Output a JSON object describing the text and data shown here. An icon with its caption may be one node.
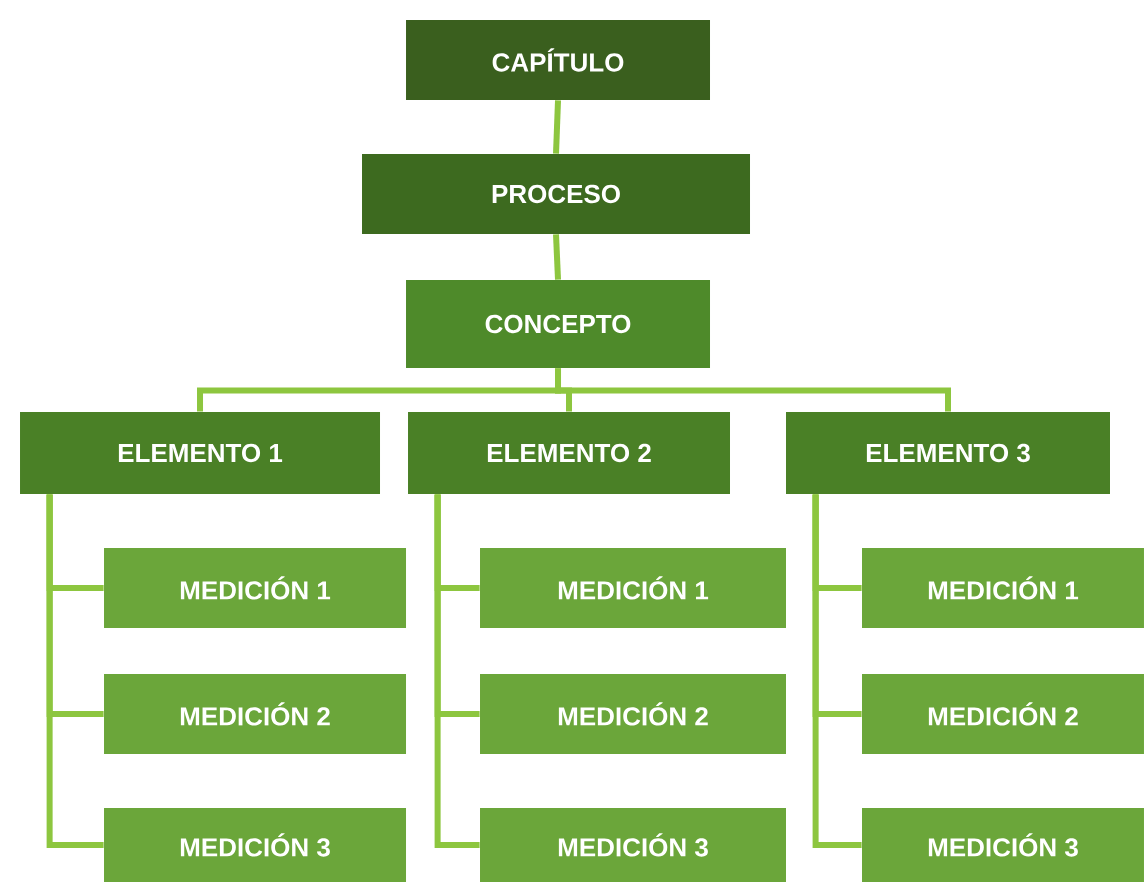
{
  "diagram": {
    "nodes": [
      {
        "text": [
          "CAPÍTULO"
        ]
      },
      {
        "text": [
          "PROCESO"
        ]
      },
      {
        "text": [
          "CONCEPTO"
        ]
      },
      {
        "text": [
          "ELEMENTO 1"
        ]
      },
      {
        "text": [
          "ELEMENTO 2"
        ]
      },
      {
        "text": [
          "ELEMENTO 3"
        ]
      },
      {
        "text": [
          "MEDICIÓN 1"
        ]
      },
      {
        "text": [
          "MEDICIÓN 1"
        ]
      },
      {
        "text": [
          "MEDICIÓN 1"
        ]
      },
      {
        "text": [
          "MEDICIÓN 2"
        ]
      },
      {
        "text": [
          "MEDICIÓN 2"
        ]
      },
      {
        "text": [
          "MEDICIÓN 2"
        ]
      },
      {
        "text": [
          "MEDICIÓN 3"
        ]
      },
      {
        "text": [
          "MEDICIÓN 3"
        ]
      },
      {
        "text": [
          "MEDICIÓN 3"
        ]
      }
    ],
    "edges": [
      {
        "from": 0,
        "to": 1,
        "arrow": "none"
      },
      {
        "from": 1,
        "to": 2,
        "arrow": "none"
      },
      {
        "from": 2,
        "to": 3,
        "arrow": "none"
      },
      {
        "from": 2,
        "to": 4,
        "arrow": "none"
      },
      {
        "from": 2,
        "to": 5,
        "arrow": "none"
      },
      {
        "from": 3,
        "to": 6,
        "arrow": "none"
      },
      {
        "from": 3,
        "to": 9,
        "arrow": "none"
      },
      {
        "from": 3,
        "to": 12,
        "arrow": "none"
      },
      {
        "from": 4,
        "to": 7,
        "arrow": "none"
      },
      {
        "from": 4,
        "to": 10,
        "arrow": "none"
      },
      {
        "from": 4,
        "to": 13,
        "arrow": "none"
      },
      {
        "from": 5,
        "to": 8,
        "arrow": "none"
      },
      {
        "from": 5,
        "to": 11,
        "arrow": "none"
      },
      {
        "from": 5,
        "to": 14,
        "arrow": "none"
      }
    ]
  }
}
